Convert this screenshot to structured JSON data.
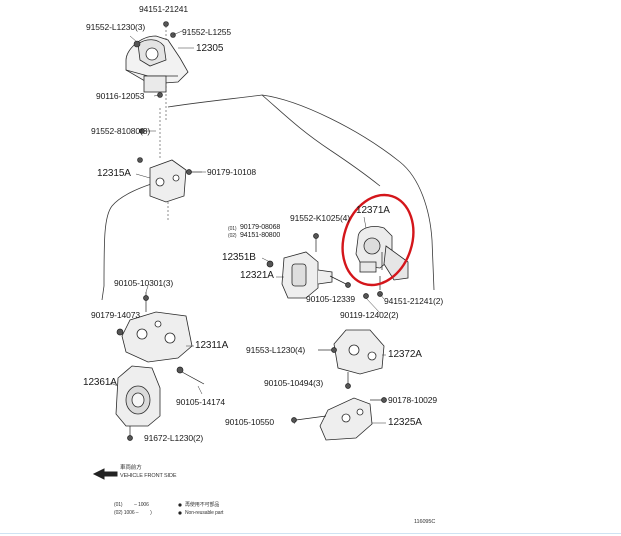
{
  "labels": {
    "p_94151_21241_top": "94151-21241",
    "p_91552_l1230_3": "91552-L1230(3)",
    "p_91552_l1255": "91552-L1255",
    "p_12305": "12305",
    "p_90116_12053": "90116-12053",
    "p_91552_81080_3": "91552-81080(3)",
    "p_12315a": "12315A",
    "p_90179_10108": "90179-10108",
    "p_12371a": "12371A",
    "p_91552_k1025_4": "91552-K1025(4)",
    "p_90179_08068": "90179-08068",
    "p_94151_80800": "94151-80800",
    "p_12351b": "12351B",
    "p_12321a": "12321A",
    "p_90105_10301_3": "90105-10301(3)",
    "p_90105_12339": "90105-12339",
    "p_94151_21241_2": "94151-21241(2)",
    "p_90179_14073": "90179-14073",
    "p_90119_12402_2": "90119-12402(2)",
    "p_12311a": "12311A",
    "p_91553_l1230_4": "91553-L1230(4)",
    "p_12372a": "12372A",
    "p_12361a": "12361A",
    "p_90105_10494_3": "90105-10494(3)",
    "p_90105_14174": "90105-14174",
    "p_90178_10029": "90178-10029",
    "p_90105_10550": "90105-10550",
    "p_12325a": "12325A",
    "p_91672_l1230_2": "91672-L1230(2)"
  },
  "small_prefix": {
    "line1": "(01)",
    "line2": "(02)"
  },
  "legend": {
    "direction_cn": "車両前方",
    "direction_en": "VEHICLE FRONT SIDE",
    "range1": "(01)         – 1006",
    "range2": "(02) 1006 –         )",
    "nonreusable_cn": "再使用不可部品",
    "nonreusable_en": "Non-reusable part"
  },
  "figure_id": "116095C",
  "colors": {
    "line": "#2a2a2a",
    "highlight": "#d4161b",
    "text": "#1a1a1a"
  }
}
